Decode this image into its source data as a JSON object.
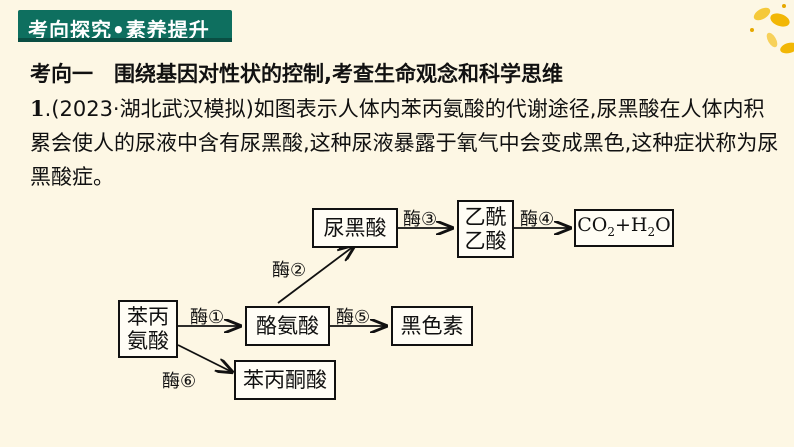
{
  "header": {
    "title": "考向探究•素养提升"
  },
  "subtitle": "考向一　围绕基因对性状的控制,考查生命观念和科学思维",
  "question": {
    "number": "1",
    "text": ".(2023·湖北武汉模拟)如图表示人体内苯丙氨酸的代谢途径,尿黑酸在人体内积累会使人的尿液中含有尿黑酸,这种尿液暴露于氧气中会变成黑色,这种症状称为尿黑酸症。"
  },
  "diagram": {
    "nodes": {
      "phenylalanine_1": "苯丙",
      "phenylalanine_2": "氨酸",
      "tyrosine": "酪氨酸",
      "homogentisic": "尿黑酸",
      "acetoacetic_1": "乙酰",
      "acetoacetic_2": "乙酸",
      "melanin": "黑色素",
      "phenylpyruvic": "苯丙酮酸"
    },
    "enzymes": {
      "e1": "酶①",
      "e2": "酶②",
      "e3": "酶③",
      "e4": "酶④",
      "e5": "酶⑤",
      "e6": "酶⑥"
    },
    "product": {
      "co2": "CO",
      "sub2a": "2",
      "plus": "+H",
      "sub2b": "2",
      "o": "O"
    }
  },
  "colors": {
    "header_bg": "#0e6f5f",
    "background": "#fdf7e4",
    "petal": "#f2b705"
  }
}
